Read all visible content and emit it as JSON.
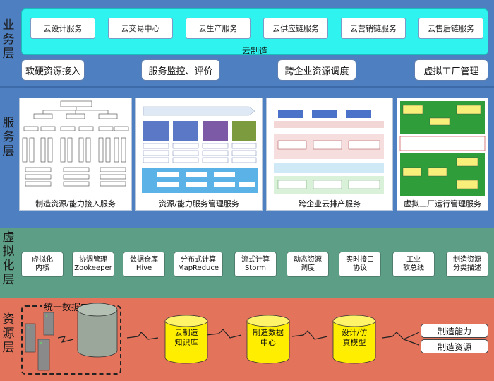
{
  "layers": {
    "business": "业务层",
    "service": "服务层",
    "virtual": "虚拟化层",
    "resource": "资源层"
  },
  "cloud": {
    "title": "云制造",
    "services": [
      "云设计服务",
      "云交易中心",
      "云生产服务",
      "云供应链服务",
      "云营销链服务",
      "云售后链服务"
    ]
  },
  "business_buttons": [
    "软硬资源接入",
    "服务监控、评价",
    "跨企业资源调度",
    "虚拟工厂管理"
  ],
  "service_panels": [
    {
      "caption": "制造资源/能力接入服务"
    },
    {
      "caption": "资源/能力服务管理服务"
    },
    {
      "caption": "跨企业云排产服务"
    },
    {
      "caption": "虚拟工厂运行管理服务"
    }
  ],
  "virtual_items": [
    "虚拟化\n内核",
    "协调管理\nZookeeper",
    "数据仓库\nHive",
    "分布式计算\nMapReduce",
    "流式计算\nStorm",
    "动态资源\n调度",
    "实时接口\n协议",
    "工业\n软总线",
    "制造资源\n分类描述"
  ],
  "resource": {
    "datacenter": "统一数据中心",
    "knowledge": "云制造\n知识库",
    "data_center": "制造数据\n中心",
    "design_model": "设计/仿\n真模型",
    "capability": "制造能力",
    "resources": "制造资源"
  },
  "colors": {
    "service_blue": "#4e80c1",
    "cloud_cyan": "#2ff3ef",
    "virtual_green": "#5d9f86",
    "resource_red": "#e4735c",
    "cylinder_yellow": "#ffee00",
    "cylinder_gray": "#9aa79a"
  }
}
